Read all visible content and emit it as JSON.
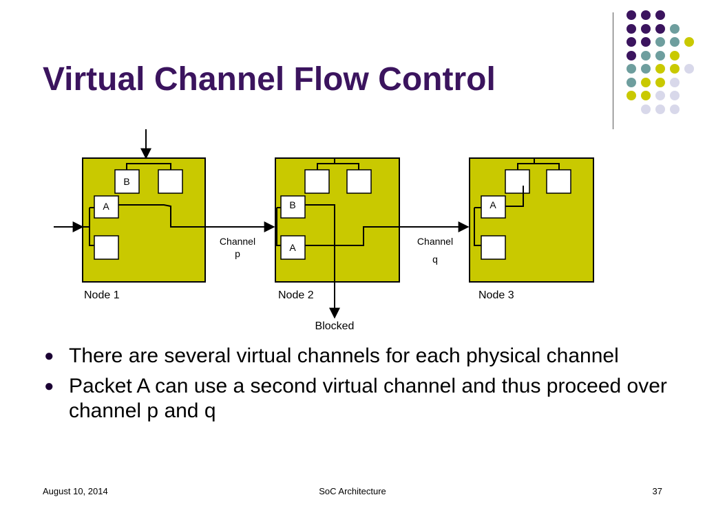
{
  "slide": {
    "title": "Virtual Channel Flow Control",
    "bullets": [
      "There are several virtual channels for each physical channel",
      "Packet A can use a second virtual channel and thus proceed over channel p and q"
    ],
    "footer": {
      "date": "August 10, 2014",
      "center": "SoC Architecture",
      "page": "37"
    }
  },
  "diagram": {
    "nodes": [
      "Node 1",
      "Node 2",
      "Node 3"
    ],
    "channels": [
      {
        "line1": "Channel",
        "line2": "p"
      },
      {
        "line1": "Channel",
        "line2": "q"
      }
    ],
    "buffers": {
      "node1_top": "B",
      "node1_left": "A",
      "node2_top": "B",
      "node2_bottom": "A",
      "node3_top": "A"
    },
    "blocked_label": "Blocked"
  },
  "colors": {
    "title": "#3b145e",
    "node_fill": "#c9c900",
    "dot_purple": "#3b145e",
    "dot_teal": "#6e9e9e",
    "dot_yellow": "#c9c900",
    "dot_lavender": "#d8d8ea"
  },
  "decor": {
    "dot_grid": [
      [
        "purple",
        "purple",
        "purple",
        "none",
        "none"
      ],
      [
        "purple",
        "purple",
        "purple",
        "teal",
        "none"
      ],
      [
        "purple",
        "purple",
        "teal",
        "teal",
        "yellow"
      ],
      [
        "purple",
        "teal",
        "teal",
        "yellow",
        "none"
      ],
      [
        "teal",
        "teal",
        "yellow",
        "yellow",
        "lavender"
      ],
      [
        "teal",
        "yellow",
        "yellow",
        "lavender",
        "none"
      ],
      [
        "yellow",
        "yellow",
        "lavender",
        "lavender",
        "none"
      ],
      [
        "none",
        "lavender",
        "lavender",
        "lavender",
        "none"
      ]
    ]
  }
}
